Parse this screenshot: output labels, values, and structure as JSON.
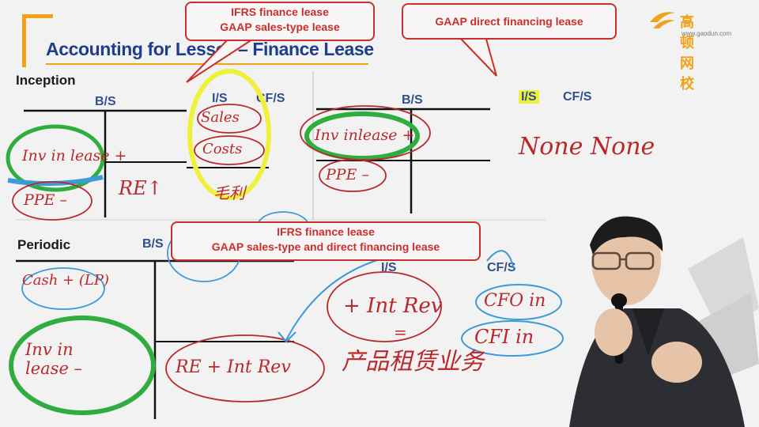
{
  "slide": {
    "title": "Accounting for Lessor – Finance Lease",
    "sections": {
      "inception": "Inception",
      "periodic": "Periodic"
    },
    "headers": {
      "bs": "B/S",
      "is": "I/S",
      "cfs": "CF/S"
    },
    "callouts": {
      "top_left_line1": "IFRS finance lease",
      "top_left_line2": "GAAP sales-type lease",
      "top_right": "GAAP direct financing lease",
      "mid_line1": "IFRS finance lease",
      "mid_line2": "GAAP sales-type and direct financing lease"
    }
  },
  "logo": {
    "name": "高顿网校",
    "url": "www.gaodun.com",
    "color": "#f0a21a"
  },
  "handwriting": {
    "inv_in_lease_plus": "Inv in lease +",
    "ppe_minus": "PPE –",
    "re_plus": "RE↑",
    "sales": "Sales",
    "costs": "Costs",
    "profit_cn": "毛利",
    "inv_inlease_plus": "Inv inlease +",
    "ppe_minus_2": "PPE –",
    "none_none": "None None",
    "cash_plus_lp": "Cash + (LP)",
    "inv_in_lease_minus": "Inv in lease –",
    "re_plus_int_rev": "RE + Int Rev",
    "plus_int_rev": "+ Int Rev",
    "equals": "=",
    "cfo_in": "CFO in",
    "cfi_in": "CFI in",
    "cn_note": "产品租赁业务"
  },
  "colors": {
    "ink": "#b8292c",
    "green_marker": "#2fae3f",
    "yellow_marker": "#eef03a",
    "blue_pen": "#3b9bd6"
  }
}
